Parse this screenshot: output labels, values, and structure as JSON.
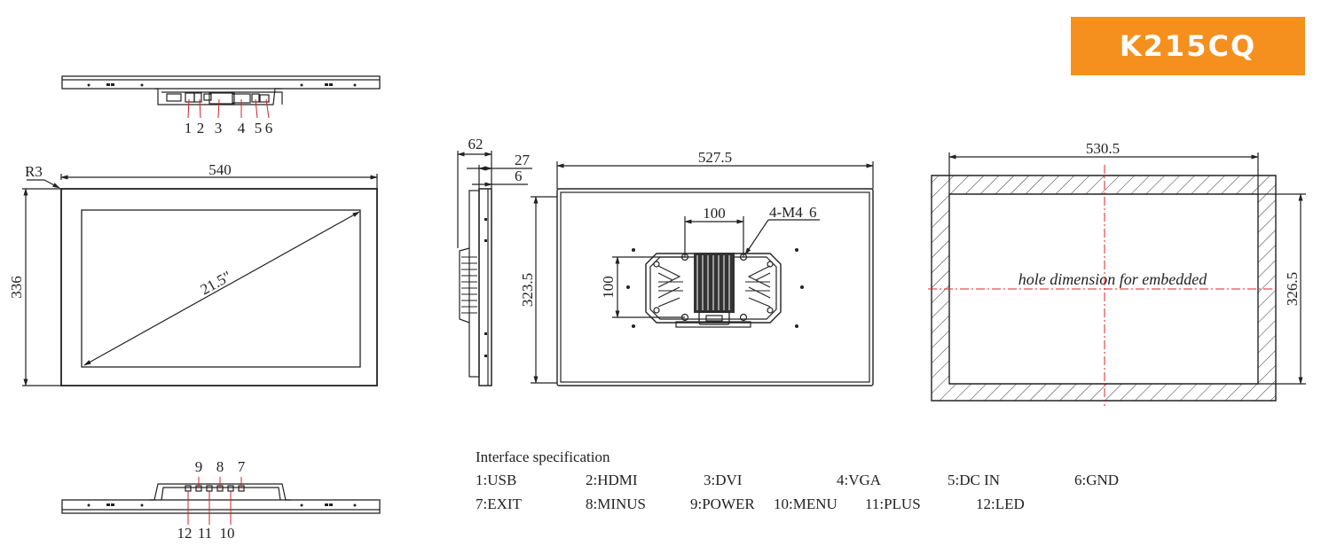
{
  "model": "K215CQ",
  "colors": {
    "badge": "#f5901e",
    "centerline": "#e0202a",
    "callout": "#d0202a",
    "line": "#222222"
  },
  "front_view": {
    "corner_radius": "R3",
    "width": "540",
    "height": "336",
    "diagonal": "21.5\""
  },
  "side_view": {
    "depth": "62",
    "bezel": "27",
    "front": "6"
  },
  "rear_view": {
    "width": "527.5",
    "height": "323.5",
    "hole_spacing": "100",
    "hole_spacing_v": "100",
    "screw": "4-M4",
    "screw_depth": "6"
  },
  "cutout_view": {
    "width": "530.5",
    "height": "326.5",
    "label": "hole dimension for embedded"
  },
  "top_view_callouts": [
    "1",
    "2",
    "3",
    "4",
    "5",
    "6"
  ],
  "bottom_view_callouts_top": [
    "9",
    "8",
    "7"
  ],
  "bottom_view_callouts_bottom": [
    "12",
    "11",
    "10"
  ],
  "interface": {
    "title": "Interface specification",
    "rows": [
      [
        "1:USB",
        "2:HDMI",
        "3:DVI",
        "4:VGA",
        "5:DC IN",
        "6:GND"
      ],
      [
        "7:EXIT",
        "8:MINUS",
        "9:POWER",
        "10:MENU",
        "11:PLUS",
        "12:LED"
      ]
    ]
  }
}
